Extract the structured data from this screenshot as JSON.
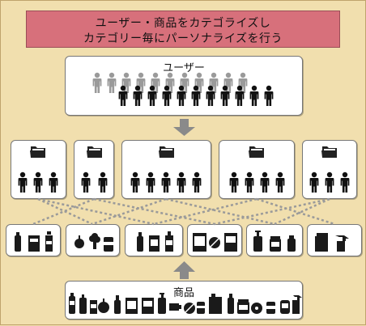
{
  "title": {
    "line1": "ユーザー・商品をカテゴライズし",
    "line2": "カテゴリー毎にパーソナライズを行う"
  },
  "users_box": {
    "label": "ユーザー"
  },
  "products_box": {
    "label": "商品"
  },
  "user_categories": [
    {
      "icon": "folder-icon"
    },
    {
      "icon": "folder-icon"
    },
    {
      "icon": "folder-icon"
    },
    {
      "icon": "folder-icon"
    },
    {
      "icon": "folder-icon"
    }
  ],
  "product_categories": [
    {
      "icons": [
        "bottle-icon",
        "juice-carton-icon",
        "pet-bottle-icon"
      ]
    },
    {
      "icons": [
        "apple-icon",
        "broccoli-icon",
        "can-icon"
      ]
    },
    {
      "icons": [
        "bottle-icon",
        "juice-carton-icon",
        "pet-bottle-icon"
      ]
    },
    {
      "icons": [
        "box-icon",
        "disc-icon",
        "book-icon"
      ]
    },
    {
      "icons": [
        "pump-bottle-icon",
        "jar-icon",
        "tube-icon"
      ]
    },
    {
      "icons": [
        "detergent-icon",
        "spray-bottle-icon"
      ]
    }
  ],
  "colors": {
    "background": "#f1dfae",
    "title_banner": "#d7707b",
    "arrow": "#8a8a8a",
    "person_dark": "#111111",
    "person_gray": "#9a9a9a",
    "connector": "#999999"
  }
}
